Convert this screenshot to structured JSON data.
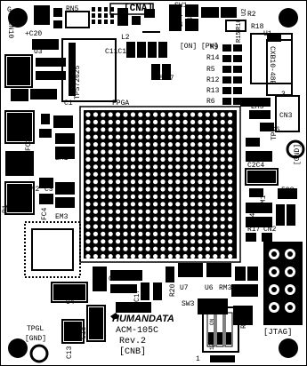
{
  "board": {
    "brand": "HUMANDATA",
    "model": "ACM-105C",
    "revision": "Rev.2",
    "connector_b": "[CNB]",
    "connector_a": "[CNA]",
    "jtag": "[JTAG]",
    "fpga_label": "FPGA",
    "on_pw": "[ON] [PW]",
    "regulator": "TPS72625",
    "oscillator": "CXB10-48B",
    "tp_gnd": "[GND]",
    "tp_label": "TPGL"
  },
  "silkscreen": {
    "rn5": "RN5",
    "sw1": "SW1",
    "l1": "L1",
    "l4": "L4",
    "c1": "C1",
    "r2": "R2",
    "r18": "R18",
    "u1": "U1",
    "c20": "+C20",
    "u3": "U3",
    "l2": "L2",
    "c11c12": "C11C12",
    "r9": "R9",
    "r14": "R14",
    "r5": "R5",
    "r12": "R12",
    "r13": "R13",
    "r6": "R6",
    "c19": "C19",
    "r8": "R8",
    "r7": "R7",
    "em5": "EM5",
    "cn3": "CN3",
    "cn3_pin": "3",
    "fc6": "FC6",
    "c16": "C16",
    "fc3": "FC3",
    "em1": "EM1",
    "em2": "EM2",
    "c3": "C3",
    "r1": "R1",
    "fc4": "FC4",
    "em3": "EM3",
    "tp2": "TP2",
    "gnd_right": "[GND]",
    "c2c4": "C2C4",
    "fc8": "FC8",
    "em4": "EM4",
    "rm1": "RM1",
    "r17": "R17",
    "cn2": "CN2",
    "c6": "C6",
    "c17": "C17",
    "r10": "R10",
    "r11": "R11",
    "r20": "R20",
    "u7": "U7",
    "u6": "U6",
    "rm3": "RM3",
    "sw3": "SW3",
    "u4": "U4",
    "c18": "C18",
    "c13": "C13",
    "r19": "R19",
    "dip_on": "ON",
    "dip_nums": "1234",
    "dip_pin": "1",
    "ground_mark": "G",
    "cn10": "CN10",
    "c10": "C10",
    "r16": "R16",
    "r15": "R15",
    "u2": "U2",
    "g_label": "G",
    "cn1": "CN1"
  },
  "colors": {
    "board": "#ffffff",
    "ink": "#000000"
  }
}
